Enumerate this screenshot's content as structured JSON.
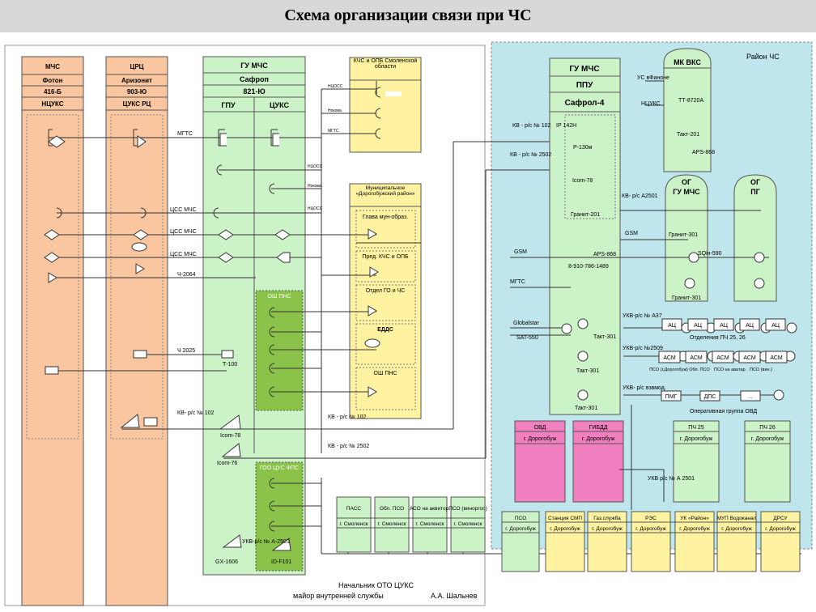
{
  "title": "Схема организации связи при ЧС",
  "colors": {
    "orange": "#f9c69f",
    "green": "#ccf2c8",
    "darkgreen": "#8bc34a",
    "yellow": "#fff2a0",
    "pink": "#f080c0",
    "blue": "#bfe6ec"
  },
  "columns": {
    "mchs": {
      "h1": "МЧС",
      "h2": "Фотон",
      "h3": "416-Б",
      "h4": "НЦУКС"
    },
    "crc": {
      "h1": "ЦРЦ",
      "h2": "Аризонит",
      "h3": "903-Ю",
      "h4": "ЦУКС РЦ"
    },
    "gu": {
      "h1": "ГУ МЧС",
      "h2": "Сафроп",
      "h3": "821-Ю",
      "h4a": "ГПУ",
      "h4b": "ЦУКС"
    }
  },
  "side_boxes": {
    "kchs": "КЧС и ОПБ Смоленской области",
    "mun": "Муниципальное «Дорогобужский район»",
    "rows": [
      "Глава мун-образ.",
      "Пред. КЧС и ОПБ",
      "Отдел ГО и ЧС",
      "ЕДДС",
      "ОШ ПНС"
    ]
  },
  "green_labels": {
    "osh": "ОШ ПНС",
    "goo": "ГОО ЦУС ФПС"
  },
  "line_labels": {
    "mgts": "МГТС",
    "csm1": "ЦСС МЧС",
    "csm2": "ЦСС МЧС",
    "csm3": "ЦСС МЧС",
    "ch2064": "Ч-2064",
    "ch2025": "Ч 2025",
    "kv102": "КВ- р/с № 102",
    "kv102b": "КВ - р/с № 102",
    "kv2502": "КВ - р/с № 2502",
    "ukv2501": "УКВ-р/с № А-2501",
    "icom78": "Icom-78",
    "icom76": "Icom-76",
    "gx": "GX-1606",
    "id": "ID-F101",
    "t100": "Т-100"
  },
  "small_labels": [
    "НЦОСС",
    "Нокова",
    "МГТС",
    "НЦОСС",
    "Нокова",
    "НЦОСС"
  ],
  "region": {
    "label": "Район ЧС",
    "gu_head": "ГУ МЧС",
    "ppu": "ППУ",
    "safrol": "Сафрол-4",
    "mkvks": "МК ВКС",
    "tt": "ТТ-8720А",
    "uc": "УС вФаноне",
    "ncuks": "НЦУКС",
    "tact": "Такт-201",
    "aps": "АРS-868",
    "og1a": "ОГ",
    "og1b": "ГУ МЧС",
    "og2a": "ОГ",
    "og2b": "ПГ",
    "granit": "Гранит-301",
    "sq": "SQiн-590",
    "tact301": "Такт-301",
    "kv102": "КВ - р/с № 102",
    "kv2502": "КВ - р/с № 2502",
    "kv2501": "КВ- р/с А2501",
    "gsm": "GSM",
    "gsm2": "GSM",
    "mgts": "МГТС",
    "globalstar": "Globalstar",
    "sat": "SAT-550",
    "phone": "8-910-786-1489",
    "ip": "IP 142H",
    "r130": "Р-130м",
    "icom78": "Icom-78",
    "granit201": "Гранит-201",
    "ukv_a37": "УКВ-р/с № А37",
    "ukv2509": "УКВ-р/с №2509",
    "ukv_vz": "УКВ- р/с взвмод.",
    "tact_a": "Такт-301",
    "tact_b": "Такт-301",
    "pch_row": [
      "АЦ",
      "АЦ",
      "АЦ",
      "АЦ",
      "АЦ"
    ],
    "pch_caption": "Отделения ПЧ 25, 26",
    "asm_row": [
      "АСМ",
      "АСМ",
      "АСМ",
      "АСМ",
      "АСМ"
    ],
    "pso_labels": [
      "ПСО (г.Дорогобуж)",
      "Обл. ПСО",
      "ПСО на аватар.",
      "ПСО (вин.)"
    ],
    "og_ovd": "Оперативная группа ОВД",
    "pmg": "ПМГ",
    "dps": "ДПС",
    "dots": "...",
    "ovd": "ОВД",
    "ovd_city": "г. Дорогобуж",
    "gibdd": "ГИБДД",
    "gibdd_city": "г. Дорогобуж",
    "pch25": "ПЧ 25",
    "pch25_city": "г. Дорогобуж",
    "pch26": "ПЧ 26",
    "pch26_city": "г. Дорогобуж",
    "ukv2501": "УКВ р/с № А 2501"
  },
  "bottom_boxes": [
    {
      "name": "ПАСС",
      "city": "г. Смоленск"
    },
    {
      "name": "Обл. ПСО",
      "city": "г. Смоленск"
    },
    {
      "name": "АСО на аквитор.",
      "city": "г. Смоленск"
    },
    {
      "name": "ПСО (виноргог.)",
      "city": "г. Смоленск"
    },
    {
      "name": "ПСО",
      "city": "г. Дорогобуж"
    },
    {
      "name": "Станция СМП",
      "city": "г. Дорогобуж"
    },
    {
      "name": "Газ.служба",
      "city": "г. Дорогобуж"
    },
    {
      "name": "РЭС",
      "city": "г. Дорогобуж"
    },
    {
      "name": "УК «Район»",
      "city": "г. Дорогобуж"
    },
    {
      "name": "МУП Водоканал",
      "city": "г. Дорогобуж"
    },
    {
      "name": "ДРСУ",
      "city": "г. Дорогобуж"
    }
  ],
  "footer": {
    "line1": "Начальник ОТО ЦУКС",
    "line2": "майор внутренней службы",
    "name": "А.А. Шальнев"
  }
}
